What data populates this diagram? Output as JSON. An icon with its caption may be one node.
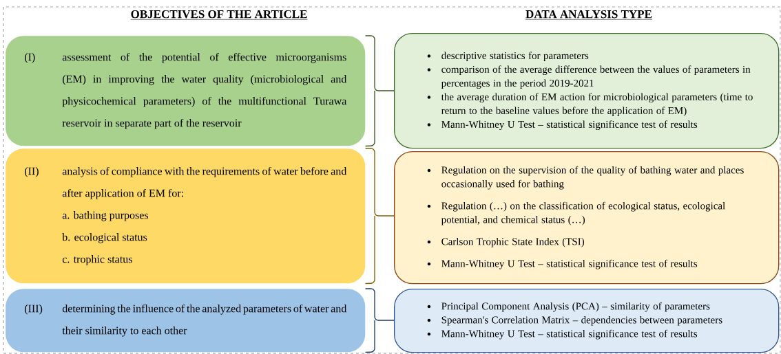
{
  "diagram": {
    "nodes": [
      {
        "text": [
          "(I)",
          "assessment of the potential of effective microorganisms (EM) in improving the water quality (microbiological and physicochemical parameters) of the multifunctional Turawa reservoir in separate part of the reservoir"
        ]
      },
      {
        "text": [
          "(II)",
          "analysis of compliance with the requirements of water before and after application of EM for:",
          "a. bathing purposes",
          "b. ecological status",
          "c. trophic status"
        ]
      },
      {
        "text": [
          "(III)",
          "determining the influence of the analyzed parameters of water and their similarity to each other"
        ]
      },
      {
        "text": [
          "descriptive statistics for parameters",
          "comparison of the average difference between the values of parameters in percentages in the period 2019-2021",
          "the average duration of EM action for microbiological parameters (time to return to the baseline values before the application of EM)",
          "Mann-Whitney U Test – statistical significance test of results"
        ]
      },
      {
        "text": [
          "Regulation on the supervision of the quality of bathing water and places occasionally used for bathing",
          "Regulation (…) on the classification of ecological status, ecological potential, and chemical status (…)",
          "Carlson Trophic State Index (TSI)",
          "Mann-Whitney U Test – statistical significance test of results"
        ]
      },
      {
        "text": [
          "Principal Component Analysis (PCA) – similarity of parameters",
          "Spearman's Correlation Matrix – dependencies between parameters",
          "Mann-Whitney U Test – statistical significance test of results"
        ]
      }
    ],
    "edges": [
      {
        "from": 0,
        "to": 3,
        "arrow": "none",
        "color": "#385723"
      },
      {
        "from": 1,
        "to": 4,
        "arrow": "none",
        "color": "#7f6000"
      },
      {
        "from": 2,
        "to": 5,
        "arrow": "none",
        "color": "#1f3864"
      }
    ],
    "labels": [
      "OBJECTIVES OF THE ARTICLE",
      "DATA ANALYSIS TYPE"
    ]
  }
}
